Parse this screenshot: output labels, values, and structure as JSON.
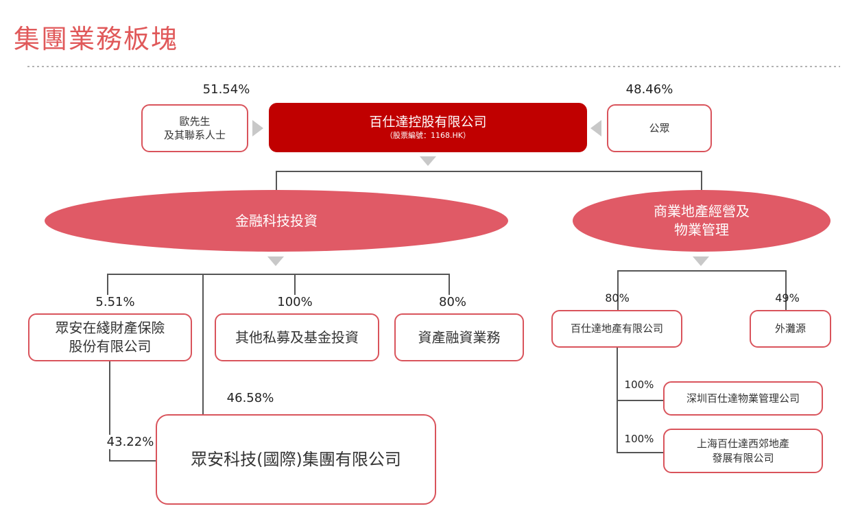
{
  "title": "集團業務板塊",
  "colors": {
    "accent": "#c00000",
    "pink": "#e05a66",
    "border": "#d9535b"
  },
  "top": {
    "left_pct": "51.54%",
    "left_owner": [
      "歐先生",
      "及其聯系人士"
    ],
    "main_name": "百仕達控股有限公司",
    "main_code": "（股票編號：1168.HK）",
    "right_pct": "48.46%",
    "right_owner": "公眾"
  },
  "segments": {
    "fintech": "金融科技投資",
    "property": [
      "商業地產經營及",
      "物業管理"
    ]
  },
  "fintech": {
    "zhongan_online": {
      "pct": "5.51%",
      "name": [
        "眾安在綫財產保險",
        "股份有限公司"
      ]
    },
    "other_pe": {
      "pct": "100%",
      "name": "其他私募及基金投資"
    },
    "asset_fin": {
      "pct": "80%",
      "name": "資產融資業務"
    },
    "zhongan_tech": {
      "pct_direct": "46.58%",
      "pct_via": "43.22%",
      "name": "眾安科技(國際)集團有限公司"
    }
  },
  "property": {
    "sinfodev": {
      "pct": "80%",
      "name": "百仕達地產有限公司"
    },
    "bund": {
      "pct": "49%",
      "name": "外灘源"
    },
    "shenzhen": {
      "pct": "100%",
      "name": "深圳百仕達物業管理公司"
    },
    "shanghai": {
      "pct": "100%",
      "name": [
        "上海百仕達西郊地產",
        "發展有限公司"
      ]
    }
  }
}
